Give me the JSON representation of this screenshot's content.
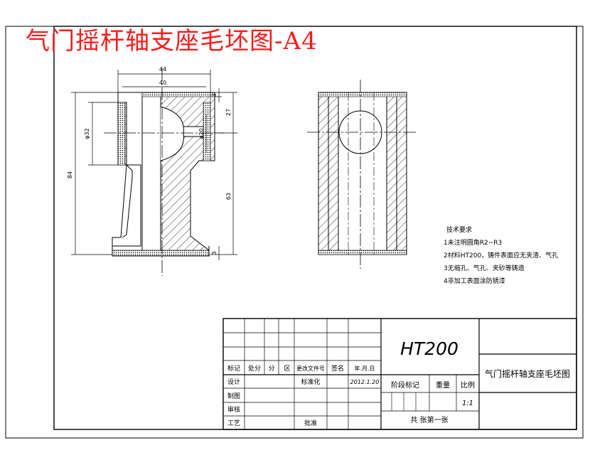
{
  "drawing_title": "气门摇杆轴支座毛坯图-A4",
  "dimensions": {
    "width_44": "44",
    "width_40": "40",
    "dia_32": "φ32",
    "dia_20": "φ20",
    "height_84": "84",
    "height_27": "27",
    "height_63": "63",
    "thickness_top": "3",
    "thickness_bottom": "3"
  },
  "technical_requirements": {
    "heading": "技术要求",
    "items": [
      "1未注明圆角R2~R3",
      "2材料HT200，铸件表面应无夹渣、气孔",
      "3无缩孔、气孔、夹砂等铸造",
      "4非加工表面涂防锈漆"
    ]
  },
  "title_block": {
    "material": "HT200",
    "part_name": "气门摇杆轴支座毛坯图",
    "header_labels": [
      "标记",
      "处分",
      "分",
      "区",
      "更改文件号",
      "签名",
      "年.月.日"
    ],
    "row_design": "设计",
    "row_standardize": "标准化",
    "design_date": "2012.1.20",
    "row_draw": "制图",
    "row_review": "审核",
    "row_process": "工艺",
    "row_approve": "批准",
    "stage_label": "阶段标记",
    "weight_label": "重量",
    "scale_label": "比例",
    "scale_value": "1:1",
    "sheets_label": "共 张第一张"
  }
}
